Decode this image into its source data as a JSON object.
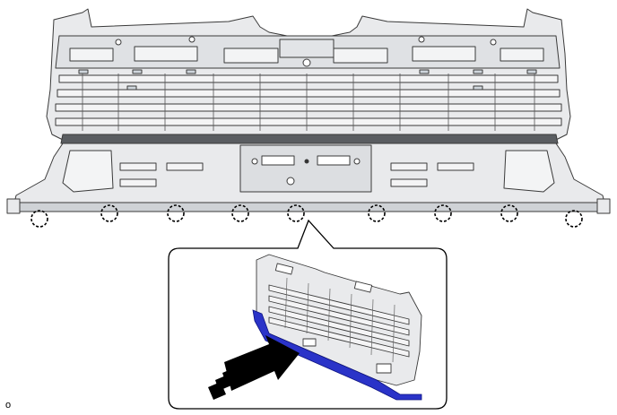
{
  "figure": {
    "footnote": "o",
    "clip_locations": 9,
    "callouts": 1
  },
  "colors": {
    "part_fill": "#e9eaec",
    "part_stroke": "#3a3a3a",
    "grille_bar": "#f4f4f5",
    "slot_fill": "#cfd6dc",
    "moulding_highlight": "#2a33c8",
    "arrow": "#000000",
    "callout_border": "#000000"
  },
  "icons": {
    "clip_marker": "dashed-circle",
    "push_direction": "bold-arrow-with-dashes"
  }
}
